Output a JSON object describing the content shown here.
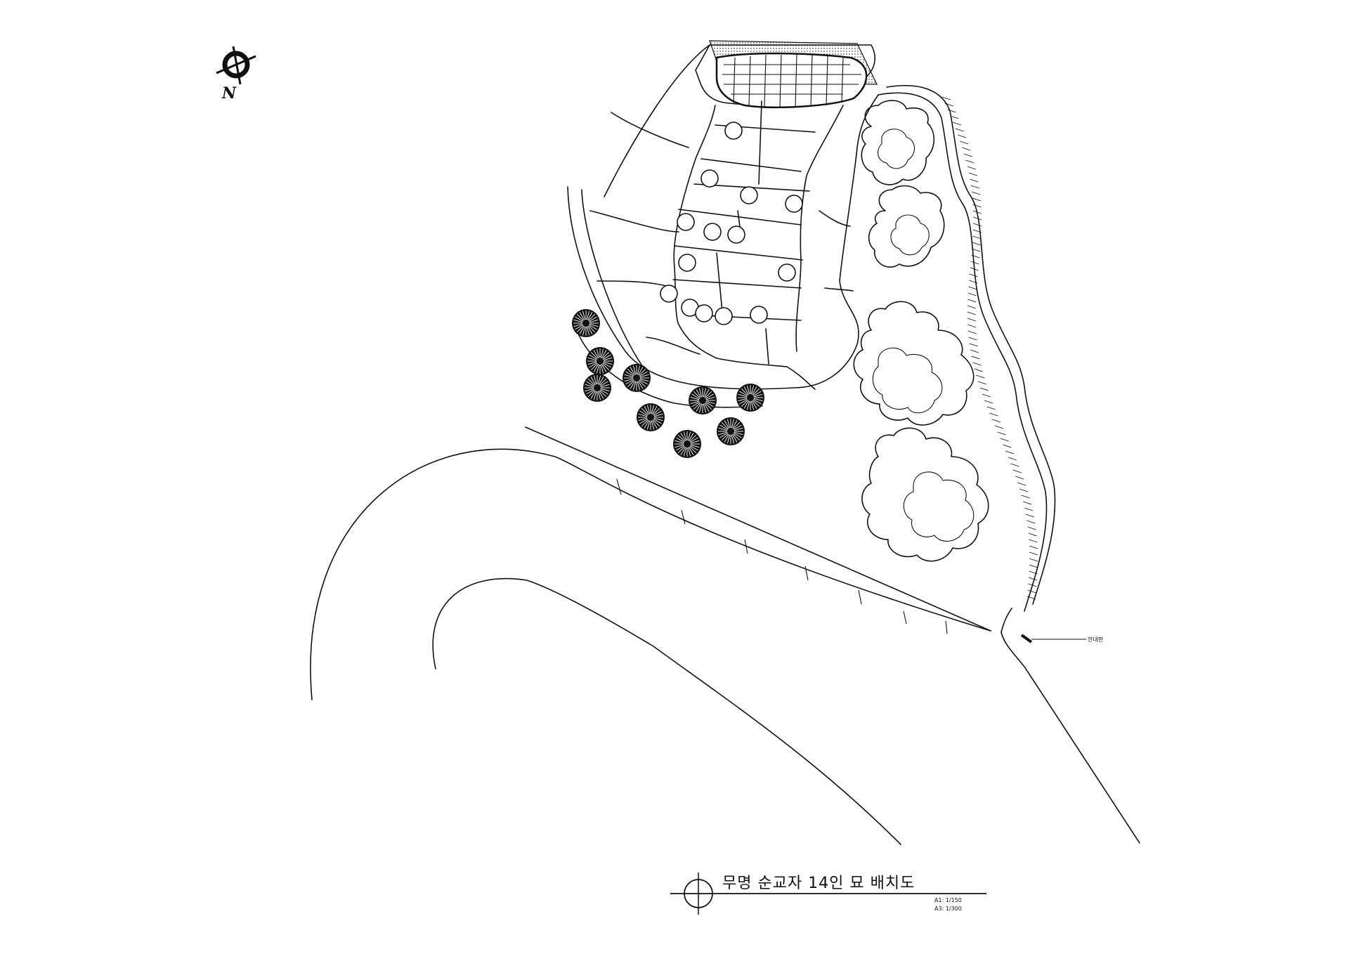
{
  "drawing": {
    "title": "무명 순교자 14인 묘 배치도",
    "scales": [
      "A1: 1/150",
      "A3: 1/300"
    ],
    "sign_label": "안내판",
    "north_label": "N"
  },
  "graves": {
    "count": 14
  },
  "icons": [
    "north-arrow-icon",
    "section-marker-icon",
    "tree-icon",
    "shrub-cluster-icon",
    "grave-mound-icon"
  ],
  "colors": {
    "ink": "#111111",
    "paper": "#ffffff"
  }
}
